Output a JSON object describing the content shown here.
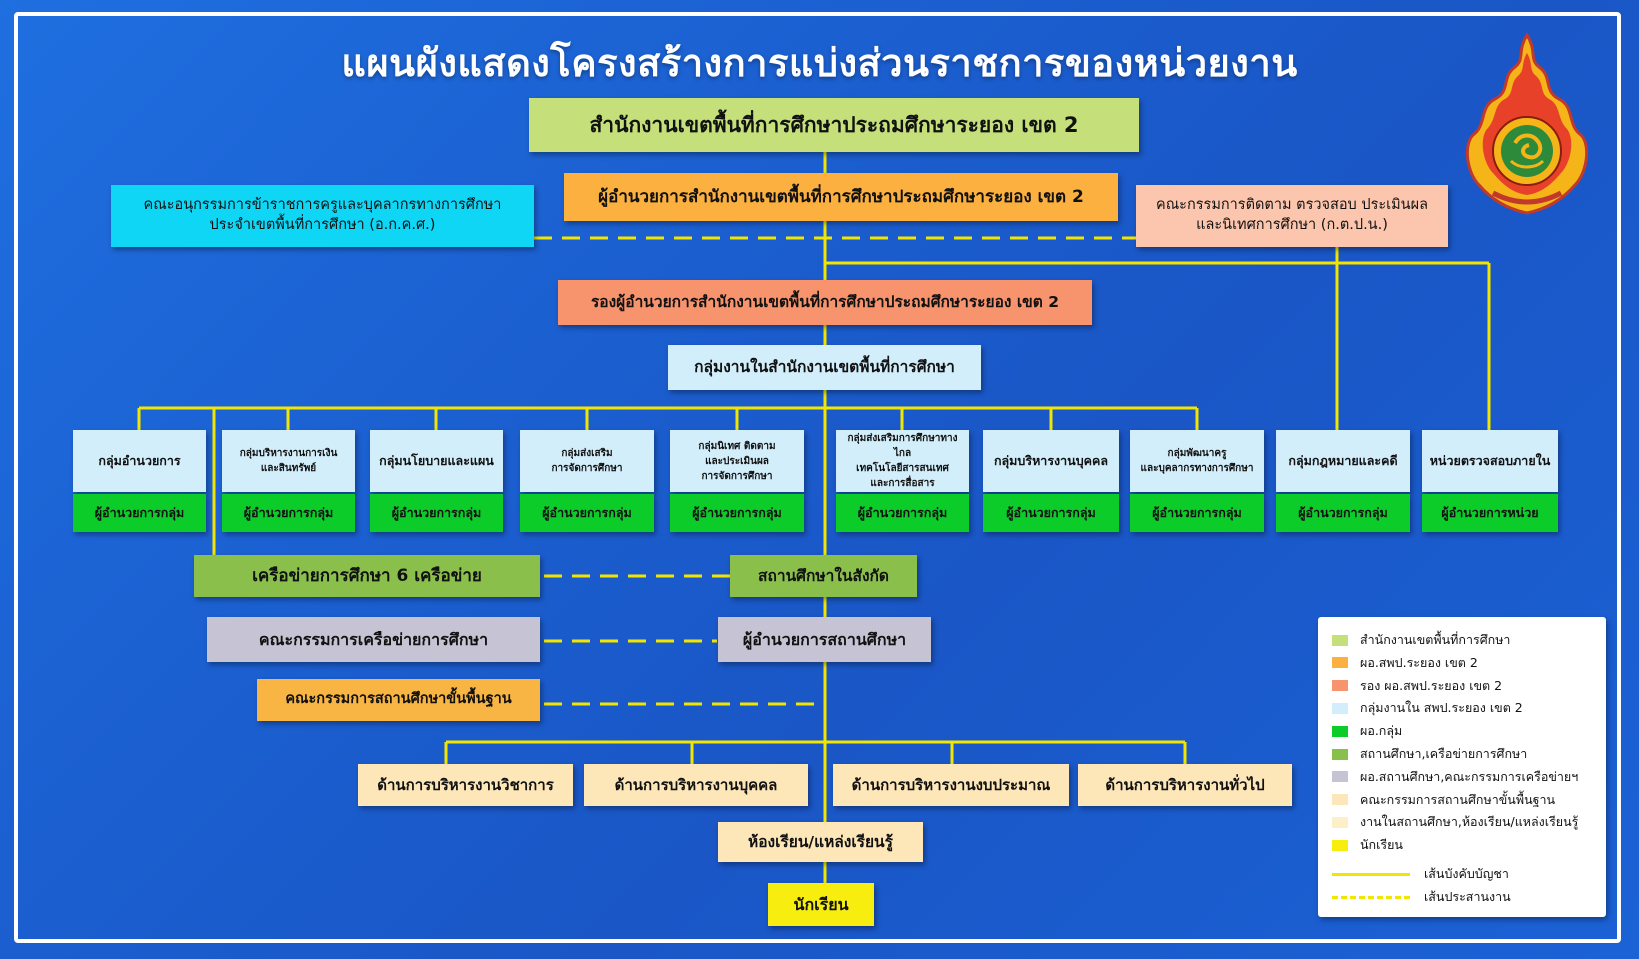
{
  "title": "แผนผังแสดงโครงสร้างการแบ่งส่วนราชการของหน่วยงาน",
  "colors": {
    "line": "#f2e600",
    "office": "#c5e07a",
    "director": "#fbb040",
    "deputy": "#f7946d",
    "group": "#d2eefa",
    "group_head": "#0ccc2a",
    "network": "#89bf4a",
    "school_director": "#c6c3d4",
    "basic_committee": "#f9b544",
    "school_work": "#fde7b8",
    "student": "#f7ee0f"
  },
  "nodes": {
    "office": "สำนักงานเขตพื้นที่การศึกษาประถมศึกษาระยอง เขต 2",
    "director": "ผู้อำนวยการสำนักงานเขตพื้นที่การศึกษาประถมศึกษาระยอง เขต 2",
    "agksp": [
      "คณะอนุกรรมการข้าราชการครูและบุคลากรทางการศึกษา",
      "ประจำเขตพื้นที่การศึกษา (อ.ก.ค.ศ.)"
    ],
    "ktpn": [
      "คณะกรรมการติดตาม ตรวจสอบ ประเมินผล",
      "และนิเทศการศึกษา (ก.ต.ป.น.)"
    ],
    "deputy": "รองผู้อำนวยการสำนักงานเขตพื้นที่การศึกษาประถมศึกษาระยอง เขต 2",
    "work_groups": "กลุ่มงานในสำนักงานเขตพื้นที่การศึกษา",
    "network": "เครือข่ายการศึกษา 6 เครือข่าย",
    "schools": "สถานศึกษาในสังกัด",
    "network_committee": "คณะกรรมการเครือข่ายการศึกษา",
    "school_director": "ผู้อำนวยการสถานศึกษา",
    "basic_committee": "คณะกรรมการสถานศึกษาขั้นพื้นฐาน",
    "classroom": "ห้องเรียน/แหล่งเรียนรู้",
    "student": "นักเรียน"
  },
  "groups": [
    {
      "name": [
        "กลุ่มอำนวยการ"
      ],
      "head": "ผู้อำนวยการกลุ่ม"
    },
    {
      "name": [
        "กลุ่มบริหารงานการเงิน",
        "และสินทรัพย์"
      ],
      "head": "ผู้อำนวยการกลุ่ม"
    },
    {
      "name": [
        "กลุ่มนโยบายและแผน"
      ],
      "head": "ผู้อำนวยการกลุ่ม"
    },
    {
      "name": [
        "กลุ่มส่งเสริม",
        "การจัดการศึกษา"
      ],
      "head": "ผู้อำนวยการกลุ่ม"
    },
    {
      "name": [
        "กลุ่มนิเทศ ติดตาม",
        "และประเมินผล",
        "การจัดการศึกษา"
      ],
      "head": "ผู้อำนวยการกลุ่ม"
    },
    {
      "name": [
        "กลุ่มส่งเสริมการศึกษาทางไกล",
        "เทคโนโลยีสารสนเทศ",
        "และการสื่อสาร"
      ],
      "head": "ผู้อำนวยการกลุ่ม"
    },
    {
      "name": [
        "กลุ่มบริหารงานบุคคล"
      ],
      "head": "ผู้อำนวยการกลุ่ม"
    },
    {
      "name": [
        "กลุ่มพัฒนาครู",
        "และบุคลากรทางการศึกษา"
      ],
      "head": "ผู้อำนวยการกลุ่ม"
    },
    {
      "name": [
        "กลุ่มกฎหมายและคดี"
      ],
      "head": "ผู้อำนวยการกลุ่ม"
    },
    {
      "name": [
        "หน่วยตรวจสอบภายใน"
      ],
      "head": "ผู้อำนวยการหน่วย"
    }
  ],
  "admin_areas": [
    "ด้านการบริหารงานวิชาการ",
    "ด้านการบริหารงานบุคคล",
    "ด้านการบริหารงานงบประมาณ",
    "ด้านการบริหารงานทั่วไป"
  ],
  "legend": [
    {
      "label": "สำนักงานเขตพื้นที่การศึกษา",
      "color": "#c5e07a"
    },
    {
      "label": "ผอ.สพป.ระยอง เขต 2",
      "color": "#fbb040"
    },
    {
      "label": "รอง ผอ.สพป.ระยอง เขต 2",
      "color": "#f7946d"
    },
    {
      "label": "กลุ่มงานใน สพป.ระยอง เขต 2",
      "color": "#d2eefa"
    },
    {
      "label": "ผอ.กลุ่ม",
      "color": "#0ccc2a"
    },
    {
      "label": "สถานศึกษา,เครือข่ายการศึกษา",
      "color": "#89bf4a"
    },
    {
      "label": "ผอ.สถานศึกษา,คณะกรรมการเครือข่ายฯ",
      "color": "#c6c3d4"
    },
    {
      "label": "คณะกรรมการสถานศึกษาขั้นพื้นฐาน",
      "color": "#fde7b8"
    },
    {
      "label": "งานในสถานศึกษา,ห้องเรียน/แหล่งเรียนรู้",
      "color": "#fdf0c8"
    },
    {
      "label": "นักเรียน",
      "color": "#f7ee0f"
    }
  ],
  "legend_lines": {
    "solid": "เส้นบังคับบัญชา",
    "dashed": "เส้นประสานงาน"
  }
}
